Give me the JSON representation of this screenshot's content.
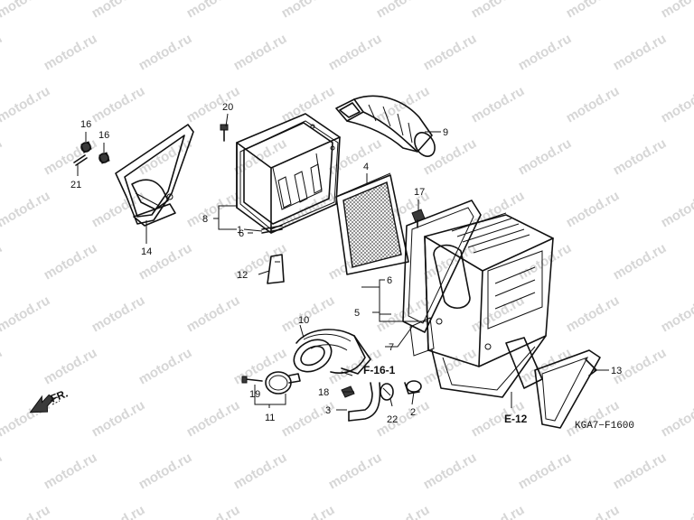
{
  "watermark": "motod.ru",
  "diagram_code": "KGA7−F1600",
  "direction_label": "FR.",
  "section_refs": {
    "f16": "F-16-1",
    "e12": "E-12"
  },
  "callouts": {
    "c1": "1",
    "c2": "2",
    "c3": "3",
    "c4": "4",
    "c5": "5",
    "c6a": "6",
    "c6b": "6",
    "c7": "7",
    "c8": "8",
    "c9": "9",
    "c10": "10",
    "c11": "11",
    "c12": "12",
    "c13": "13",
    "c14": "14",
    "c16a": "16",
    "c16b": "16",
    "c17": "17",
    "c18": "18",
    "c19": "19",
    "c20": "20",
    "c21": "21",
    "c22": "22"
  }
}
